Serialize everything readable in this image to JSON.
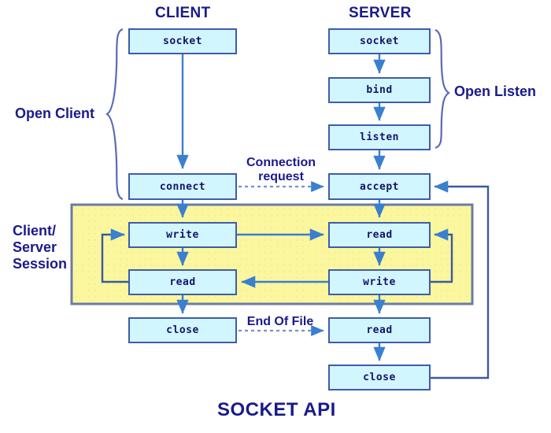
{
  "diagram": {
    "title": "SOCKET API",
    "columns": [
      {
        "key": "client",
        "label": "CLIENT"
      },
      {
        "key": "server",
        "label": "SERVER"
      }
    ],
    "group_labels": {
      "open_client": "Open Client",
      "open_listen": "Open Listen",
      "session": "Client/\nServer\nSession",
      "session_line1": "Client/",
      "session_line2": "Server",
      "session_line3": "Session"
    },
    "edge_labels": {
      "connection_request_line1": "Connection",
      "connection_request_line2": "request",
      "end_of_file": "End Of File"
    },
    "nodes": {
      "client_socket": "socket",
      "client_connect": "connect",
      "client_write": "write",
      "client_read": "read",
      "client_close": "close",
      "server_socket": "socket",
      "server_bind": "bind",
      "server_listen": "listen",
      "server_accept": "accept",
      "server_read_1": "read",
      "server_write": "write",
      "server_read_2": "read",
      "server_close": "close"
    },
    "colors": {
      "node_fill": "#d2f6fd",
      "node_border": "#3f5bb0",
      "session_fill": "#fbf79f",
      "session_border": "#6b7ba6",
      "arrow": "#3a7fd0",
      "text_navy": "#1a1a8c",
      "node_text": "#14146e",
      "background": "#ffffff"
    }
  }
}
